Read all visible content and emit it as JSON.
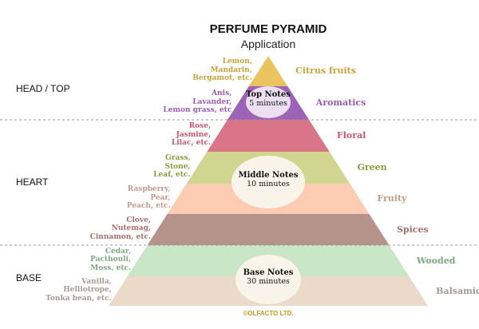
{
  "title": "PERFUME PYRAMID",
  "subtitle": "Application",
  "sections": [
    "HEAD / TOP",
    "HEART",
    "BASE"
  ],
  "notes": {
    "top": {
      "label": "Top Notes",
      "time": "5 minutes"
    },
    "middle": {
      "label": "Middle Notes",
      "time": "10 minutes"
    },
    "base": {
      "label": "Base Notes",
      "time": "30 minutes"
    }
  },
  "layers": [
    {
      "family": "Citrus fruits",
      "examples": [
        "Lemon,",
        "Mandarin,",
        "Bergamot, etc."
      ],
      "fill": "#e9c45e",
      "text_color": "#c9a23c"
    },
    {
      "family": "Aromatics",
      "examples": [
        "Anis,",
        "Lavander,",
        "Lemon grass, etc"
      ],
      "fill": "#9c64b6",
      "text_color": "#9a5cb2"
    },
    {
      "family": "Floral",
      "examples": [
        "Rose,",
        "Jasmine,",
        "Lilac, etc."
      ],
      "fill": "#d97587",
      "text_color": "#c8566f"
    },
    {
      "family": "Green",
      "examples": [
        "Grass,",
        "Stone,",
        "Leaf, etc."
      ],
      "fill": "#d0d590",
      "text_color": "#8e9a3c"
    },
    {
      "family": "Fruity",
      "examples": [
        "Raspberry,",
        "Pear,",
        "Peach, etc."
      ],
      "fill": "#fbcbb2",
      "text_color": "#c29c8c"
    },
    {
      "family": "Spices",
      "examples": [
        "Clove,",
        "Nutemag,",
        "Cinnamon, etc."
      ],
      "fill": "#b5938b",
      "text_color": "#a2716b"
    },
    {
      "family": "Wooded",
      "examples": [
        "Cedar,",
        "Pacthouli,",
        "Moss, etc."
      ],
      "fill": "#c9e6c7",
      "text_color": "#80a884"
    },
    {
      "family": "Balsamic",
      "examples": [
        "Vanilla,",
        "Helliotrope,",
        "Tonka bean, etc."
      ],
      "fill": "#ebd9ca",
      "text_color": "#a39b96"
    }
  ],
  "copyright": "©OLFACTO LTD."
}
